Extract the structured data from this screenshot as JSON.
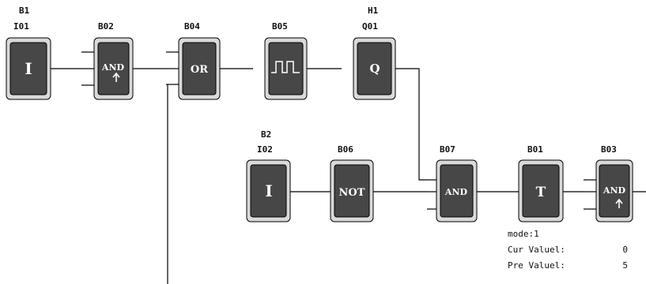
{
  "colors": {
    "block_fill": "#474747",
    "block_frame": "#d9d9d9",
    "block_border": "#000000",
    "wire": "#000000",
    "background": "#ffffff"
  },
  "blocks": [
    {
      "id": "I01",
      "name": "B1",
      "tag": "I01",
      "label": "I",
      "type": "input"
    },
    {
      "id": "B02",
      "name": "",
      "tag": "B02",
      "label": "AND",
      "type": "and-edge"
    },
    {
      "id": "B04",
      "name": "",
      "tag": "B04",
      "label": "OR",
      "type": "or"
    },
    {
      "id": "B05",
      "name": "",
      "tag": "B05",
      "label": "",
      "type": "pulse",
      "icon": "pulse-waveform-icon"
    },
    {
      "id": "Q01",
      "name": "H1",
      "tag": "Q01",
      "label": "Q",
      "type": "output"
    },
    {
      "id": "I02",
      "name": "B2",
      "tag": "I02",
      "label": "I",
      "type": "input"
    },
    {
      "id": "B06",
      "name": "",
      "tag": "B06",
      "label": "NOT",
      "type": "not"
    },
    {
      "id": "B07",
      "name": "",
      "tag": "B07",
      "label": "AND",
      "type": "and"
    },
    {
      "id": "B01",
      "name": "",
      "tag": "B01",
      "label": "T",
      "type": "timer"
    },
    {
      "id": "B03",
      "name": "",
      "tag": "B03",
      "label": "AND",
      "type": "and-edge"
    }
  ],
  "timer_params": {
    "mode": "mode:1",
    "cur_label": "Cur Valuel:",
    "cur_value": "0",
    "pre_label": "Pre Valuel:",
    "pre_value": "5"
  }
}
